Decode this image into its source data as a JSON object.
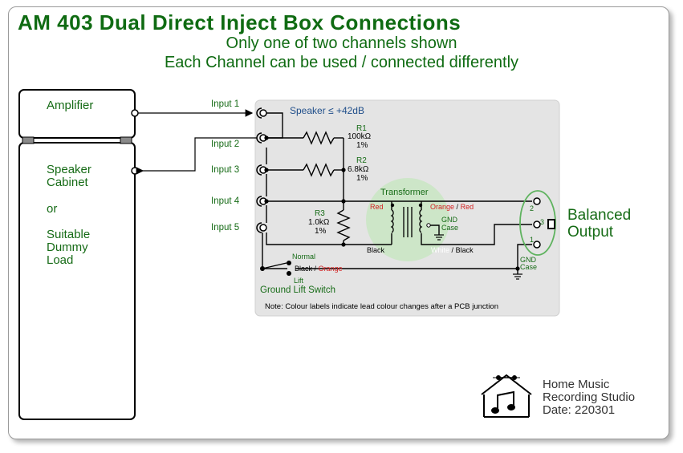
{
  "title": "AM 403 Dual Direct Inject Box Connections",
  "subtitle_1": "Only one of two channels shown",
  "subtitle_2": "Each Channel can be used / connected differently",
  "amplifier": {
    "label": "Amplifier"
  },
  "cabinet": {
    "line1": "Speaker",
    "line2": "Cabinet",
    "line3": "or",
    "line4": "Suitable",
    "line5": "Dummy",
    "line6": "Load"
  },
  "inputs": [
    "Input 1",
    "Input 2",
    "Input 3",
    "Input 4",
    "Input 5"
  ],
  "speaker_rating": "Speaker ≤ +42dB",
  "resistors": {
    "r1": {
      "name": "R1",
      "value": "100kΩ",
      "tol": "1%"
    },
    "r2": {
      "name": "R2",
      "value": "6.8kΩ",
      "tol": "1%"
    },
    "r3": {
      "name": "R3",
      "value": "1.0kΩ",
      "tol": "1%"
    }
  },
  "transformer": {
    "label": "Transformer",
    "lead_red": "Red",
    "lead_orange": "Orange",
    "lead_red2": "Red",
    "lead_black": "Black",
    "lead_white": "White",
    "lead_black2": "Black",
    "sep": "/",
    "gnd_case_1": "GND",
    "gnd_case_2": "Case"
  },
  "switch": {
    "normal": "Normal",
    "lift": "Lift",
    "lead_black": "Black",
    "lead_orange": "Orange",
    "sep": "/",
    "label": "Ground Lift Switch"
  },
  "output": {
    "line1": "Balanced",
    "line2": "Output",
    "pins": [
      "2",
      "3",
      "1"
    ],
    "gnd_1": "GND",
    "gnd_2": "Case"
  },
  "note": "Note: Colour labels indicate lead colour changes after a PCB junction",
  "studio": {
    "line1": "Home Music",
    "line2": "Recording Studio",
    "line3": "Date: 220301"
  },
  "colors": {
    "title": "#0f6b12",
    "red_lead": "#d32222",
    "panel": "#e4e4e4",
    "transformer_bg": "#cde6c8"
  }
}
